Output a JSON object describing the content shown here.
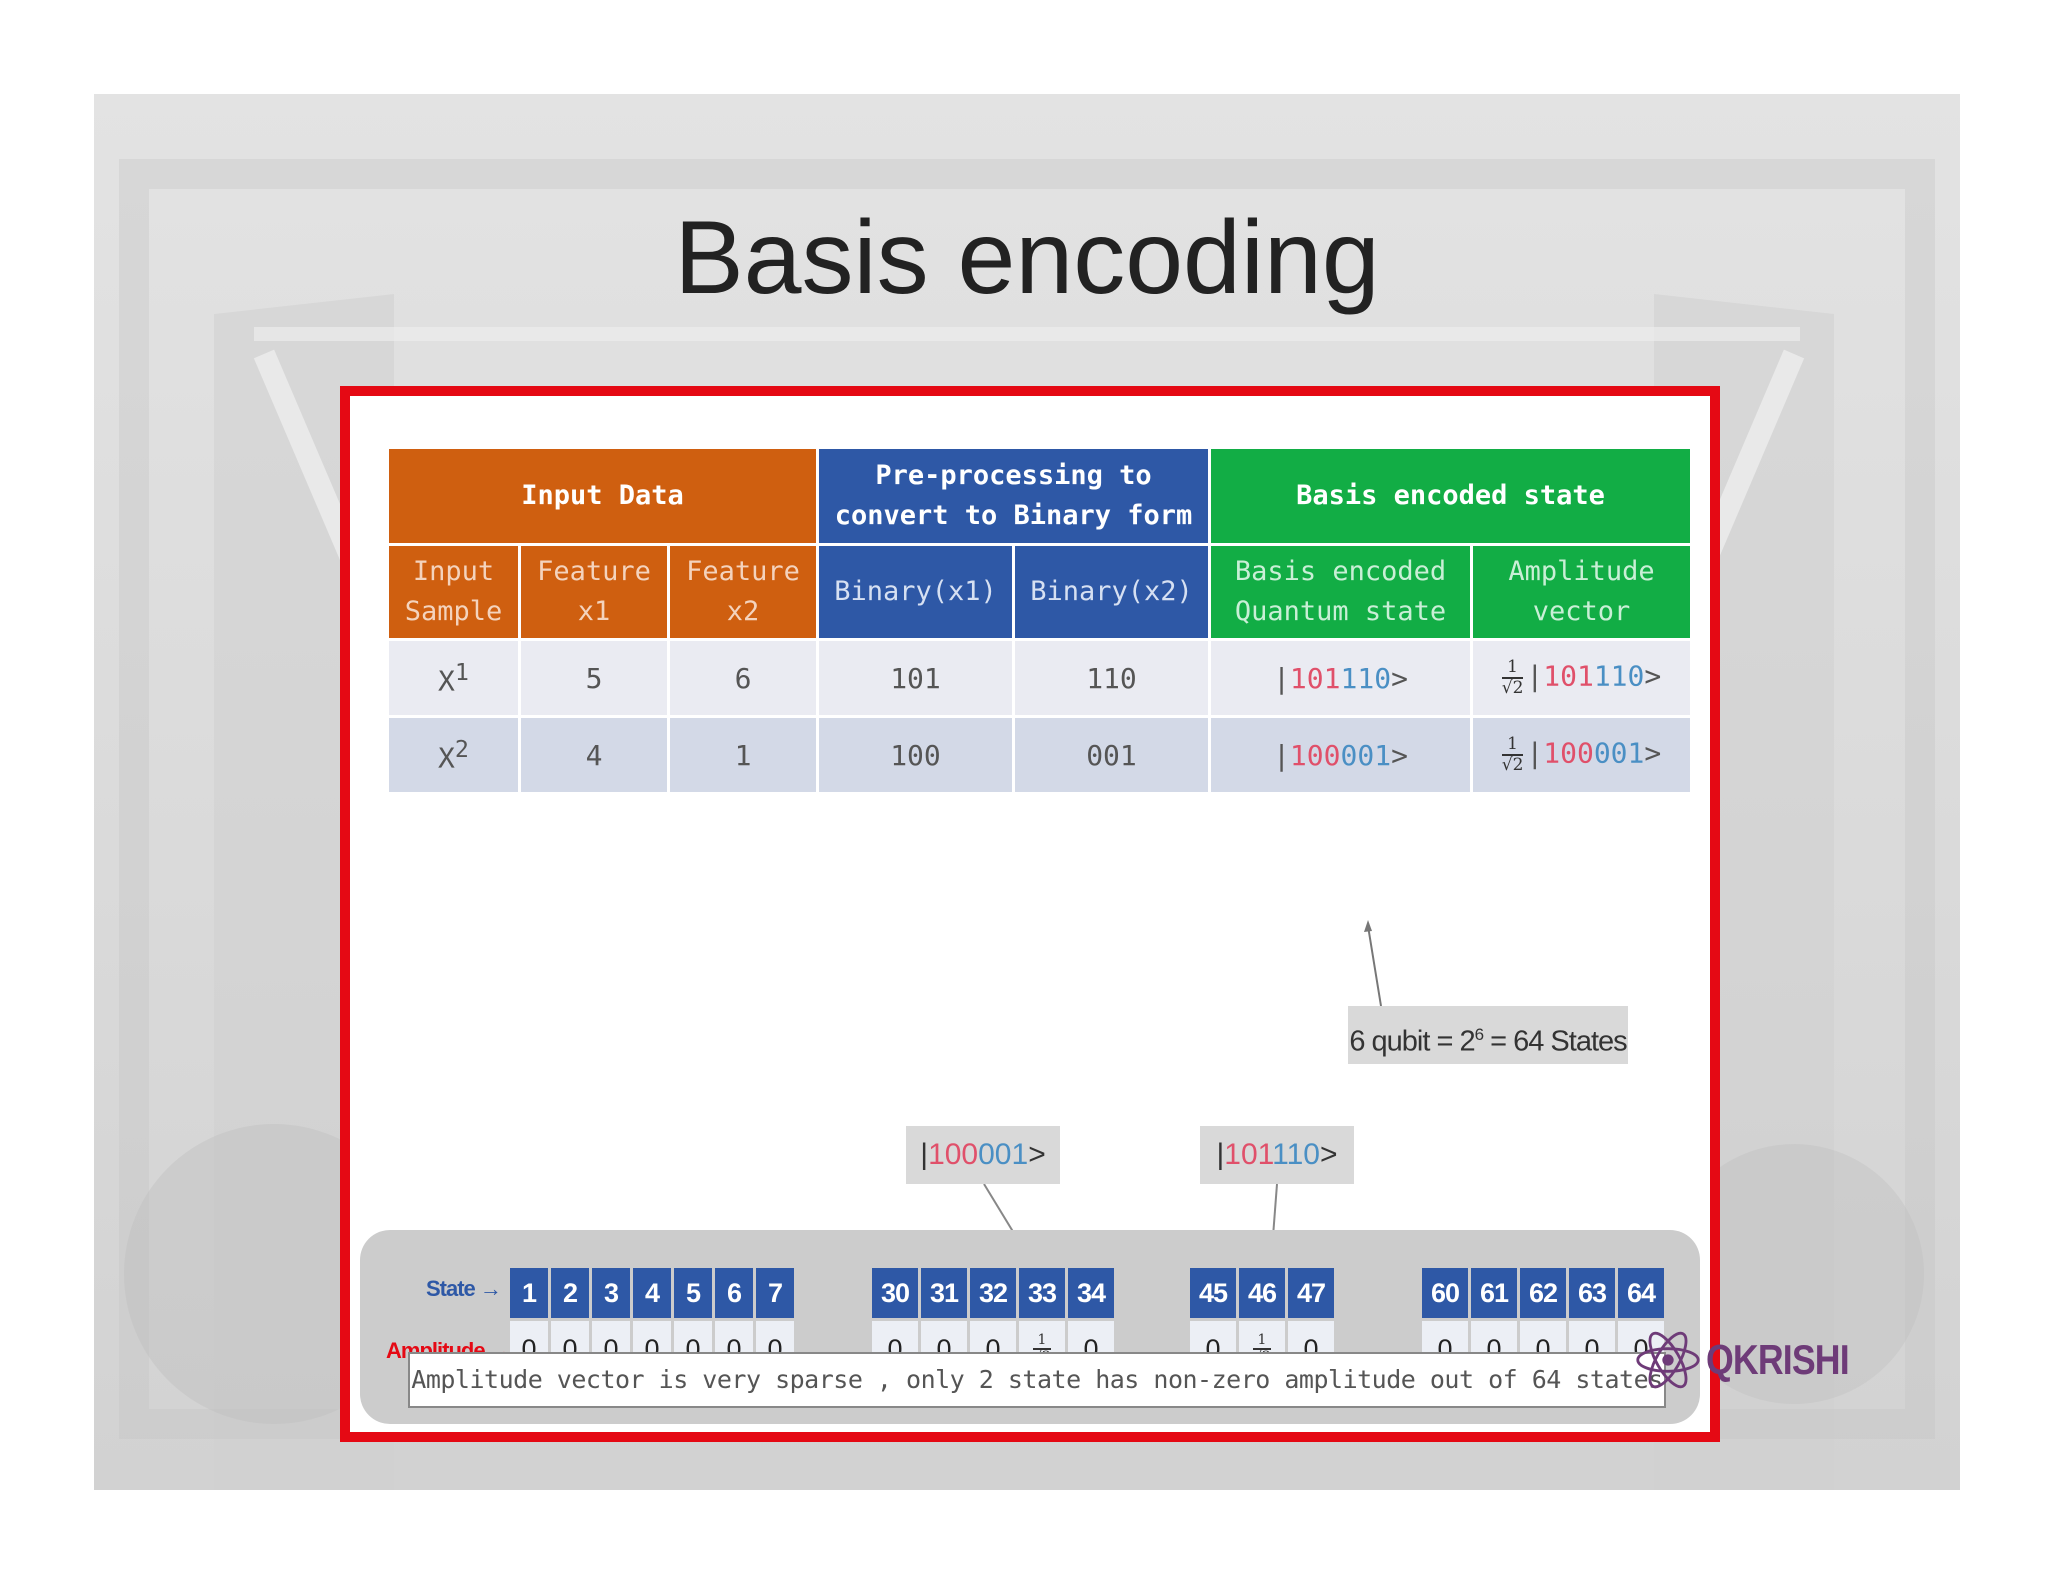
{
  "slide": {
    "title": "Basis encoding",
    "background_accent": "#d4d4d4"
  },
  "colors": {
    "input_header": "#cf5f10",
    "preprocessing_header": "#2e58a6",
    "basis_header": "#12ad45",
    "frame_border": "#e50914",
    "state_cells": "#2e58a6",
    "amplitude_label": "#e50914",
    "digit_red": "#e0506a",
    "digit_blue": "#4a8fc4"
  },
  "table": {
    "group_headers": {
      "input_data": "Input Data",
      "preprocessing_line1": "Pre-processing to",
      "preprocessing_line2": "convert to Binary form",
      "basis_state": "Basis encoded state"
    },
    "sub_headers": {
      "input_sample_1": "Input",
      "input_sample_2": "Sample",
      "feature_x1_1": "Feature",
      "feature_x1_2": "x1",
      "feature_x2_1": "Feature",
      "feature_x2_2": "x2",
      "binary_x1": "Binary(x1)",
      "binary_x2": "Binary(x2)",
      "quantum_state_1": "Basis encoded",
      "quantum_state_2": "Quantum state",
      "amplitude_vector_1": "Amplitude",
      "amplitude_vector_2": "vector"
    },
    "rows": [
      {
        "sample_base": "X",
        "sample_sup": "1",
        "x1": "5",
        "x2": "6",
        "bin_x1": "101",
        "bin_x2": "110",
        "ket_open": "|",
        "ket_part1": "101",
        "ket_part2": "110",
        "ket_close": ">",
        "amp_num": "1",
        "amp_den": "√2"
      },
      {
        "sample_base": "X",
        "sample_sup": "2",
        "x1": "4",
        "x2": "1",
        "bin_x1": "100",
        "bin_x2": "001",
        "ket_open": "|",
        "ket_part1": "100",
        "ket_part2": "001",
        "ket_close": ">",
        "amp_num": "1",
        "amp_den": "√2"
      }
    ]
  },
  "callouts": {
    "qubit_prefix": "6 qubit = 2",
    "qubit_exp": "6",
    "qubit_suffix": " = 64 States",
    "ket1_open": "|",
    "ket1_part1": "100",
    "ket1_part2": "001",
    "ket1_close": ">",
    "ket2_open": "|",
    "ket2_part1": "101",
    "ket2_part2": "110",
    "ket2_close": ">"
  },
  "state_vector": {
    "state_label": "State →",
    "amplitude_label": "Amplitude →",
    "ellipsis": "....",
    "groups": [
      {
        "cells": [
          {
            "state": "1",
            "amp": "0"
          },
          {
            "state": "2",
            "amp": "0"
          },
          {
            "state": "3",
            "amp": "0"
          },
          {
            "state": "4",
            "amp": "0"
          },
          {
            "state": "5",
            "amp": "0"
          },
          {
            "state": "6",
            "amp": "0"
          },
          {
            "state": "7",
            "amp": "0"
          }
        ]
      },
      {
        "cells": [
          {
            "state": "30",
            "amp": "0"
          },
          {
            "state": "31",
            "amp": "0"
          },
          {
            "state": "32",
            "amp": "0"
          },
          {
            "state": "33",
            "amp_num": "1",
            "amp_den": "√2"
          },
          {
            "state": "34",
            "amp": "0"
          }
        ]
      },
      {
        "cells": [
          {
            "state": "45",
            "amp": "0"
          },
          {
            "state": "46",
            "amp_num": "1",
            "amp_den": "√2"
          },
          {
            "state": "47",
            "amp": "0"
          }
        ]
      },
      {
        "cells": [
          {
            "state": "60",
            "amp": "0"
          },
          {
            "state": "61",
            "amp": "0"
          },
          {
            "state": "62",
            "amp": "0"
          },
          {
            "state": "63",
            "amp": "0"
          },
          {
            "state": "64",
            "amp": "0"
          }
        ]
      }
    ]
  },
  "note": "Amplitude vector is very sparse , only 2 state has non-zero amplitude out of 64 states",
  "logo": {
    "text": "QKRISHI",
    "icon": "atom-icon"
  }
}
